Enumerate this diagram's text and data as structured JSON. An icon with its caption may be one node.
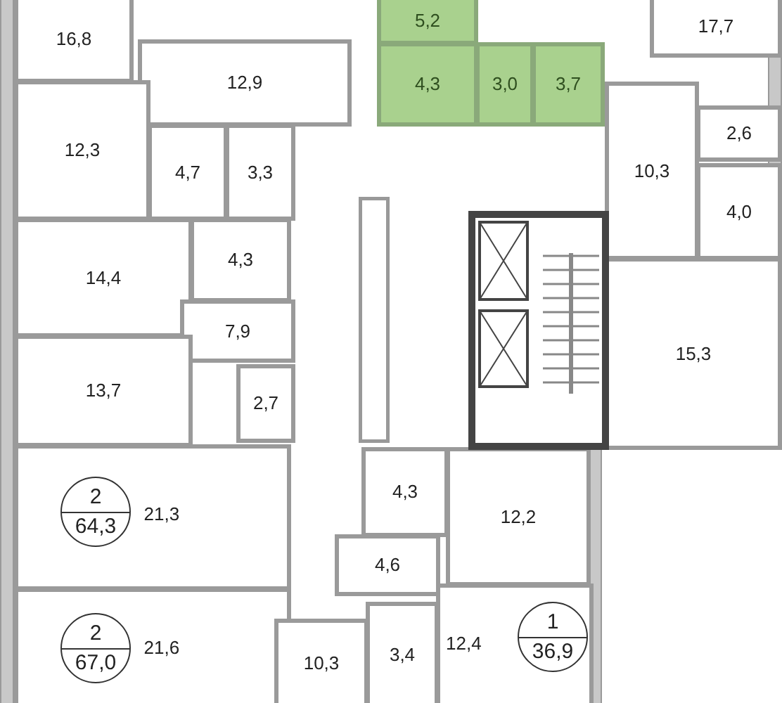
{
  "diagram": {
    "nodes": [
      {
        "text": [
          "16,8"
        ]
      },
      {
        "text": [
          "12,9"
        ]
      },
      {
        "text": [
          "5,2"
        ]
      },
      {
        "text": [
          "4,3"
        ]
      },
      {
        "text": [
          "3,0"
        ]
      },
      {
        "text": [
          "3,7"
        ]
      },
      {
        "text": [
          "17,7"
        ]
      },
      {
        "text": [
          "10,3"
        ]
      },
      {
        "text": [
          "2,6"
        ]
      },
      {
        "text": [
          "4,0"
        ]
      },
      {
        "text": [
          "12,3"
        ]
      },
      {
        "text": [
          "4,7"
        ]
      },
      {
        "text": [
          "3,3"
        ]
      },
      {
        "text": [
          "14,4"
        ]
      },
      {
        "text": [
          "4,3"
        ]
      },
      {
        "text": [
          "7,9"
        ]
      },
      {
        "text": [
          "13,7"
        ]
      },
      {
        "text": [
          "2,7"
        ]
      },
      {
        "text": [
          "21,3"
        ]
      },
      {
        "text": [
          "2",
          "64,3"
        ],
        "in": 18
      },
      {
        "text": [
          "15,3"
        ]
      },
      {
        "text": [
          "4,3"
        ]
      },
      {
        "text": [
          "12,2"
        ]
      },
      {
        "text": [
          "4,6"
        ]
      },
      {
        "text": [
          "21,6"
        ]
      },
      {
        "text": [
          "2",
          "67,0"
        ],
        "in": 24
      },
      {
        "text": [
          "10,3"
        ]
      },
      {
        "text": [
          "3,4"
        ]
      },
      {
        "text": [
          "12,4"
        ]
      },
      {
        "text": [
          "1",
          "36,9"
        ],
        "in": 28
      }
    ]
  }
}
